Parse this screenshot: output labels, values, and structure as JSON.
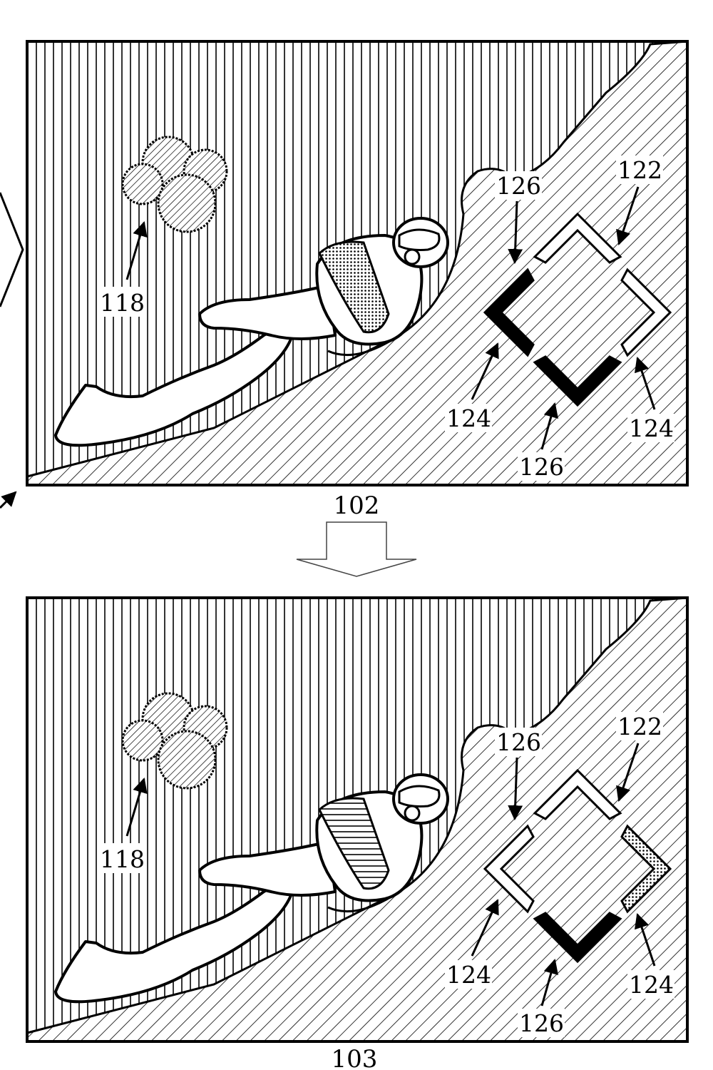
{
  "figure": {
    "panels": [
      {
        "caption": "102",
        "labels": {
          "bubbles": "118",
          "control": "122",
          "left_arrow": "126",
          "down_arrow": "126",
          "left_side": "124",
          "right_side": "124"
        }
      },
      {
        "caption": "103",
        "labels": {
          "bubbles": "118",
          "control": "122",
          "left_arrow": "126",
          "down_arrow": "126",
          "left_side": "124",
          "right_side": "124"
        }
      }
    ]
  }
}
